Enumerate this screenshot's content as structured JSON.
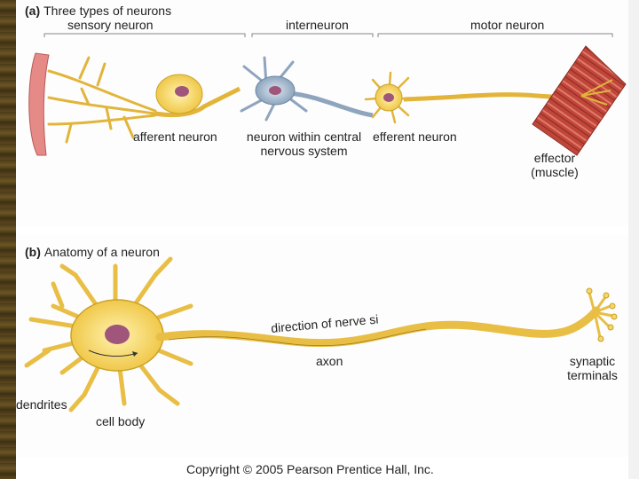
{
  "panel_a": {
    "letter": "(a)",
    "title": "Three types of neurons",
    "sections": {
      "sensory": "sensory neuron",
      "inter": "interneuron",
      "motor": "motor neuron"
    },
    "labels": {
      "afferent": "afferent neuron",
      "cns_line1": "neuron within central",
      "cns_line2": "nervous system",
      "efferent": "efferent neuron",
      "effector_line1": "effector",
      "effector_line2": "(muscle)"
    }
  },
  "panel_b": {
    "letter": "(b)",
    "title": "Anatomy of a neuron",
    "labels": {
      "direction": "direction of nerve si",
      "axon": "axon",
      "dendrites": "dendrites",
      "cell_body": "cell body",
      "synaptic_line1": "synaptic",
      "synaptic_line2": "terminals"
    }
  },
  "copyright": "Copyright © 2005 Pearson Prentice Hall, Inc.",
  "colors": {
    "neuron_yellow": "#f4d66a",
    "neuron_outline": "#c9a22a",
    "interneuron_blue": "#a9bcd0",
    "nucleus": "#a0557a",
    "muscle": "#c0463a"
  }
}
